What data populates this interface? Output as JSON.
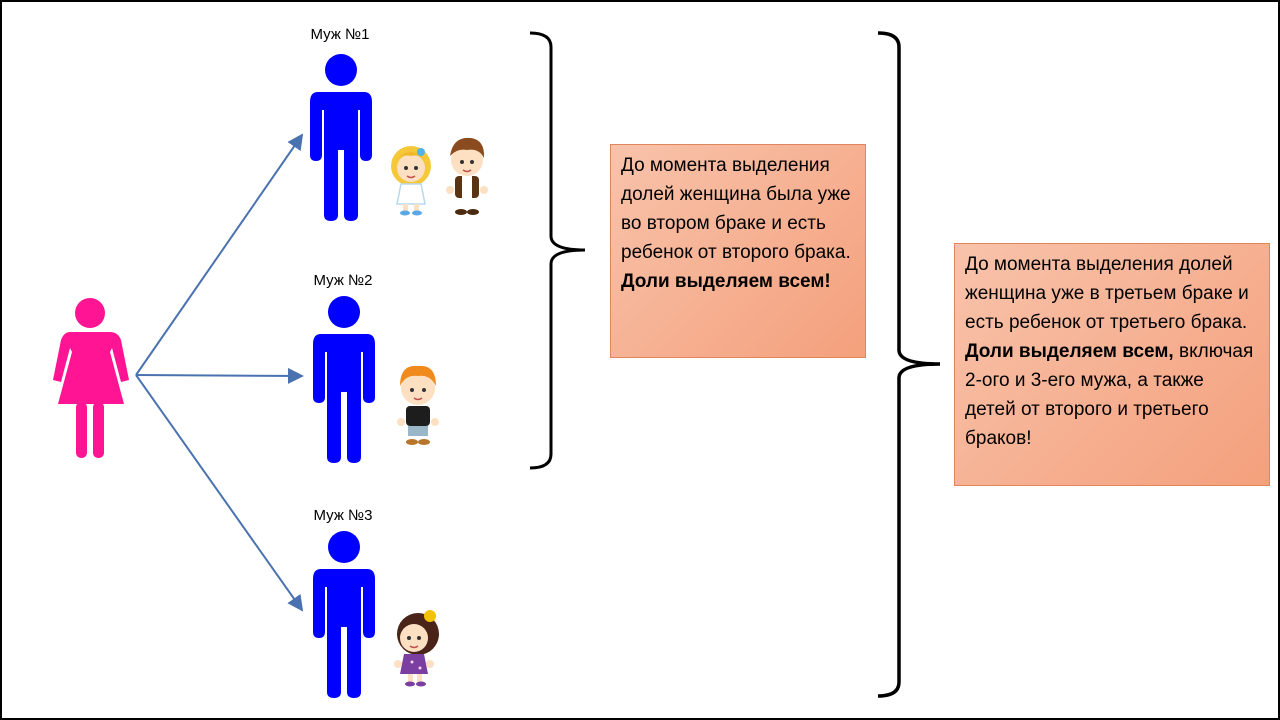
{
  "husbands": [
    {
      "label": "Муж №1",
      "children": [
        "girl-blonde",
        "boy-brown"
      ]
    },
    {
      "label": "Муж №2",
      "children": [
        "boy-orange"
      ]
    },
    {
      "label": "Муж №3",
      "children": [
        "girl-dark"
      ]
    }
  ],
  "note_small": {
    "text": "До момента выделения долей женщина была уже во втором браке и есть ребенок от второго брака.",
    "bold": "Доли выделяем всем!"
  },
  "note_large": {
    "text": "До момента выделения долей женщина уже в третьем браке и есть ребенок от третьего брака.",
    "bold": "Доли выделяем всем,",
    "tail": "включая 2-ого и 3-его мужа, а также детей от второго и третьего браков!"
  },
  "colors": {
    "woman": "#ff1493",
    "man": "#0000ff",
    "arrow": "#4a72b0",
    "bracket": "#000000",
    "box_fill": "#f6ad8d",
    "box_border": "#e0865f"
  }
}
